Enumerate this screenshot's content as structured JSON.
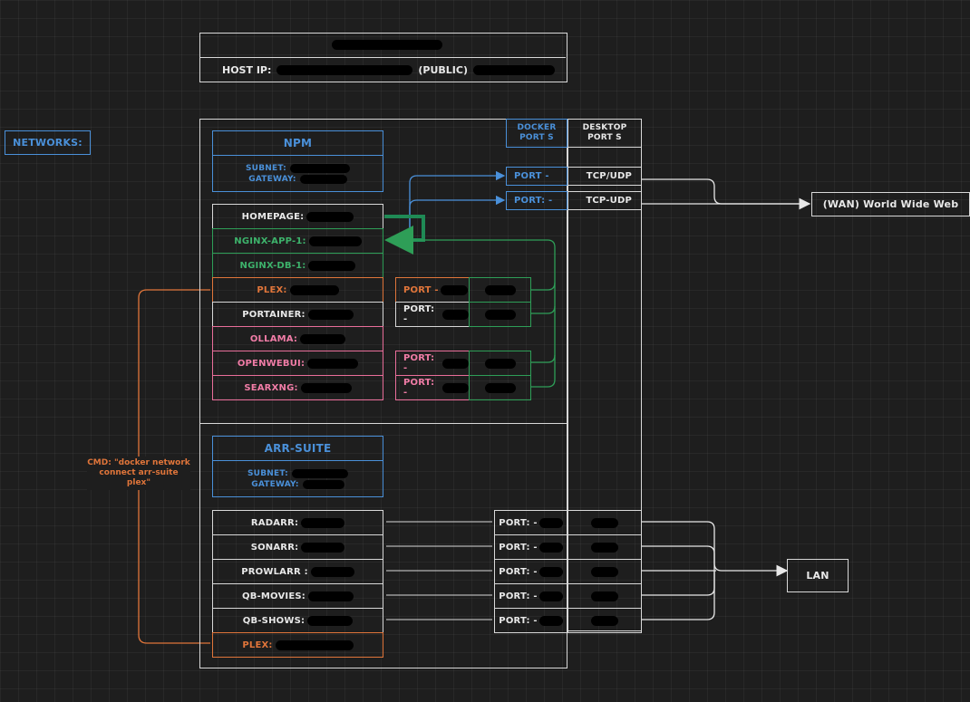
{
  "header": {
    "host_ip_label": "HOST IP:",
    "public_label": "(PUBLIC)"
  },
  "networks_label": "NETWORKS:",
  "port_headers": {
    "docker": "DOCKER\nPORT S",
    "desktop": "DESKTOP\nPORT S"
  },
  "npm": {
    "title": "NPM",
    "subnet_label": "SUBNET:",
    "gateway_label": "GATEWAY:",
    "containers": [
      {
        "label": "HOMEPAGE:",
        "color": "white"
      },
      {
        "label": "NGINX-APP-1:",
        "color": "green"
      },
      {
        "label": "NGINX-DB-1:",
        "color": "green"
      },
      {
        "label": "PLEX:",
        "color": "orange"
      },
      {
        "label": "PORTAINER:",
        "color": "white"
      },
      {
        "label": "OLLAMA:",
        "color": "pink"
      },
      {
        "label": "OPENWEBUI:",
        "color": "pink"
      },
      {
        "label": "SEARXNG:",
        "color": "pink"
      }
    ],
    "port_rows": [
      {
        "label": "PORT -",
        "color": "orange"
      },
      {
        "label": "PORT: -",
        "color": "white"
      },
      {
        "label": "PORT: -",
        "color": "pink"
      },
      {
        "label": "PORT: -",
        "color": "pink"
      }
    ]
  },
  "wan_ports": [
    {
      "docker": "PORT -",
      "desktop": "TCP/UDP"
    },
    {
      "docker": "PORT: -",
      "desktop": "TCP-UDP"
    }
  ],
  "wan_label": "(WAN) World Wide Web",
  "arr": {
    "title": "ARR-SUITE",
    "subnet_label": "SUBNET:",
    "gateway_label": "GATEWAY:",
    "containers": [
      {
        "label": "RADARR:",
        "color": "white"
      },
      {
        "label": "SONARR:",
        "color": "white"
      },
      {
        "label": "PROWLARR :",
        "color": "white"
      },
      {
        "label": "QB-MOVIES:",
        "color": "white"
      },
      {
        "label": "QB-SHOWS:",
        "color": "white"
      },
      {
        "label": "PLEX:",
        "color": "orange"
      }
    ],
    "port_label": "PORT: -"
  },
  "lan_label": "LAN",
  "cmd_label": "CMD: \"docker network connect arr-suite plex\"",
  "colors": {
    "blue": "#4a90d9",
    "green": "#2e9e57",
    "orange": "#e0753a",
    "pink": "#e96e9a",
    "white": "#d8d8d8"
  }
}
